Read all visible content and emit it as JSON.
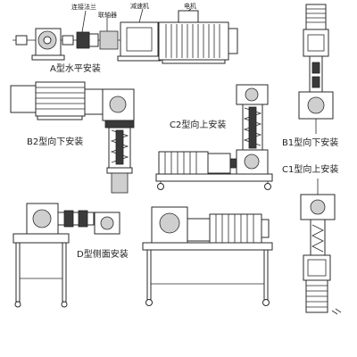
{
  "labels": {
    "a": "A型水平安装",
    "b2": "B2型向下安装",
    "c2": "C2型向上安装",
    "b1": "B1型向下安装",
    "c1": "C1型向上安装",
    "d": "D型侧面安装"
  },
  "callouts": {
    "reducer": "减速机",
    "motor": "电机",
    "flange": "连接法兰",
    "coupling": "联轴器"
  }
}
